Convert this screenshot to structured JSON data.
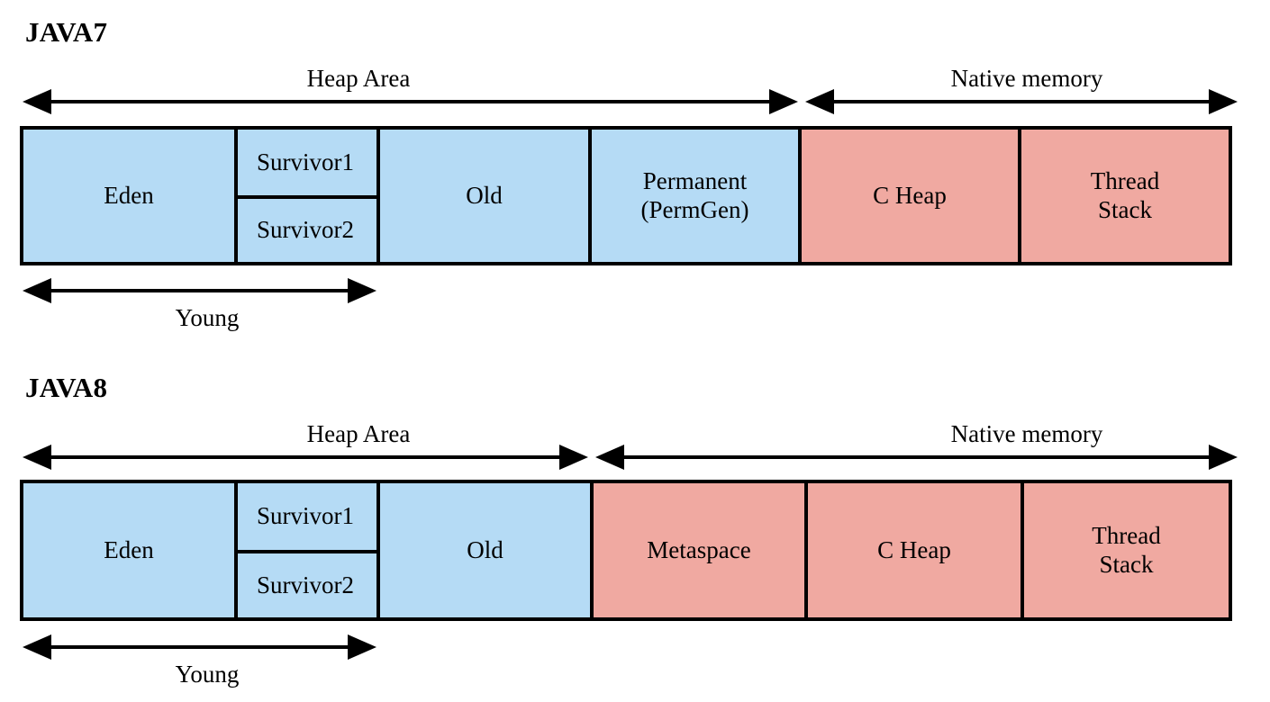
{
  "diagram": {
    "title_java7": "JAVA7",
    "title_java8": "JAVA8",
    "labels": {
      "heap_area": "Heap Area",
      "native_memory": "Native memory",
      "young": "Young"
    },
    "colors": {
      "heap_fill": "#b5dbf5",
      "native_fill": "#f0a9a1",
      "stroke": "#000000",
      "background": "#ffffff"
    },
    "java7": {
      "regions": [
        {
          "name": "eden",
          "label": "Eden",
          "kind": "heap"
        },
        {
          "name": "survivor1",
          "label": "Survivor1",
          "kind": "heap"
        },
        {
          "name": "survivor2",
          "label": "Survivor2",
          "kind": "heap"
        },
        {
          "name": "old",
          "label": "Old",
          "kind": "heap"
        },
        {
          "name": "permanent",
          "label": "Permanent\n(PermGen)",
          "kind": "heap"
        },
        {
          "name": "c-heap",
          "label": "C Heap",
          "kind": "native"
        },
        {
          "name": "thread-stack",
          "label": "Thread\nStack",
          "kind": "native"
        }
      ]
    },
    "java8": {
      "regions": [
        {
          "name": "eden",
          "label": "Eden",
          "kind": "heap"
        },
        {
          "name": "survivor1",
          "label": "Survivor1",
          "kind": "heap"
        },
        {
          "name": "survivor2",
          "label": "Survivor2",
          "kind": "heap"
        },
        {
          "name": "old",
          "label": "Old",
          "kind": "heap"
        },
        {
          "name": "metaspace",
          "label": "Metaspace",
          "kind": "native"
        },
        {
          "name": "c-heap",
          "label": "C Heap",
          "kind": "native"
        },
        {
          "name": "thread-stack",
          "label": "Thread\nStack",
          "kind": "native"
        }
      ]
    }
  }
}
